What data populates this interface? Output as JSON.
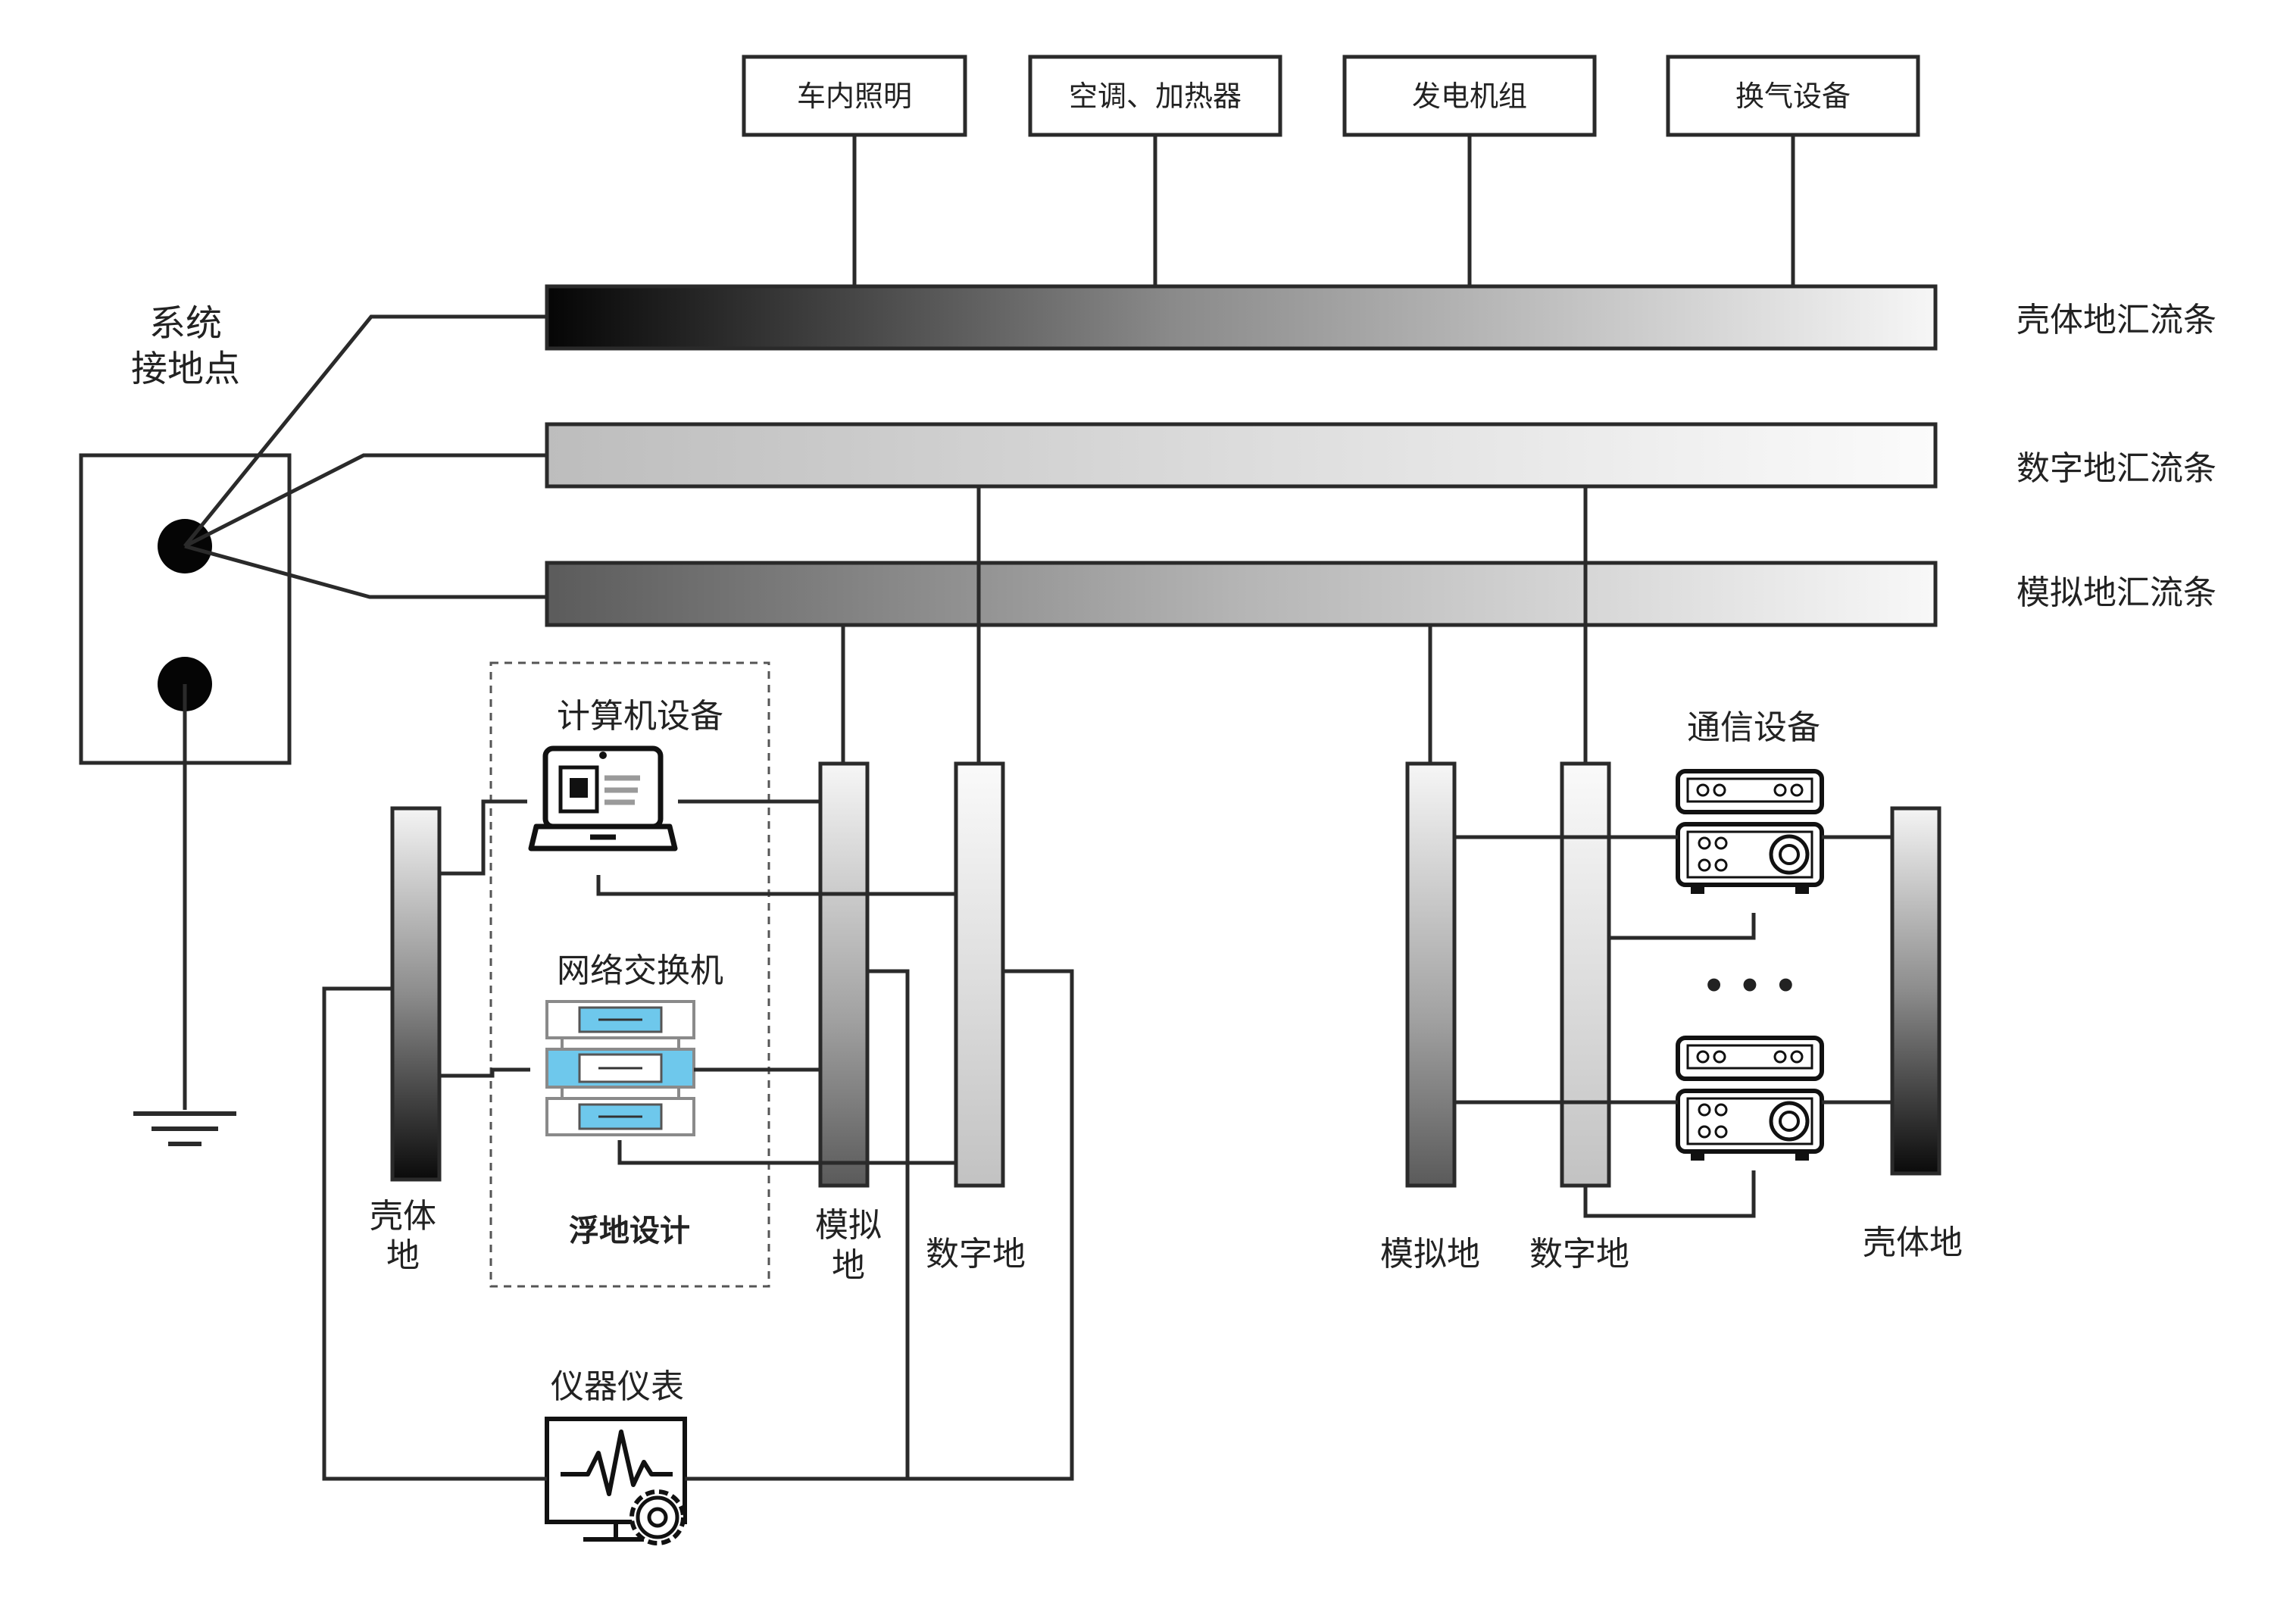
{
  "top_loads": [
    "车内照明",
    "空调、加热器",
    "发电机组",
    "换气设备"
  ],
  "bus_labels": {
    "chassis": "壳体地汇流条",
    "digital": "数字地汇流条",
    "analog": "模拟地汇流条"
  },
  "system_ground_point": {
    "line1": "系统",
    "line2": "接地点"
  },
  "left_group": {
    "chassis_label": {
      "line1": "壳体",
      "line2": "地"
    },
    "analog_label": {
      "line1": "模拟",
      "line2": "地"
    },
    "digital_label": "数字地",
    "computer": "计算机设备",
    "switch": "网络交换机",
    "floating": "浮地设计",
    "instrument": "仪器仪表"
  },
  "right_group": {
    "analog_label": "模拟地",
    "digital_label": "数字地",
    "chassis_label": "壳体地",
    "comm": "通信设备",
    "ellipsis": "• • •"
  },
  "colors": {
    "line": "#2a2a2a",
    "accent_blue": "#6ec8ec"
  }
}
